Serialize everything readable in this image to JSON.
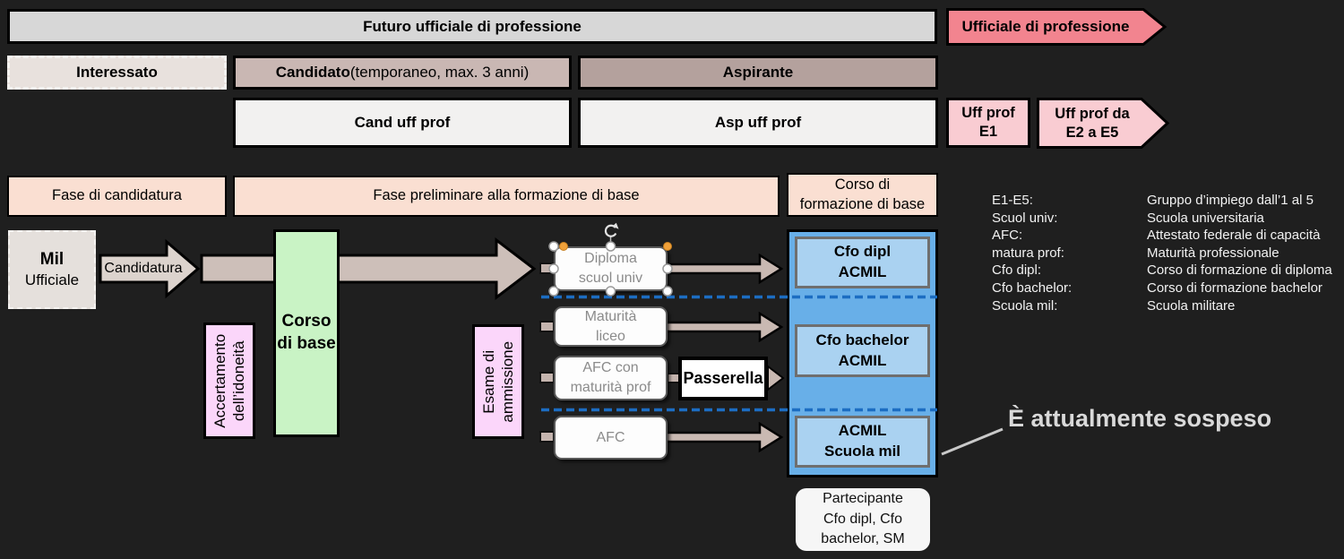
{
  "titles": {
    "future_official": "Futuro ufficiale di professione",
    "official_of_profession": "Ufficiale di professione",
    "interested": "Interessato",
    "candidate": "Candidato",
    "candidate_note": " (temporaneo, max. 3 anni)",
    "aspirant": "Aspirante",
    "cand_uff_prof": "Cand uff prof",
    "asp_uff_prof": "Asp uff prof",
    "uff_prof_e1": "Uff prof\nE1",
    "uff_prof_e2_e5": "Uff prof da\nE2 a E5"
  },
  "phases": {
    "candidacy": "Fase di candidatura",
    "preliminary": "Fase preliminare alla formazione di base",
    "basic_training": "Corso di\nformazione di base"
  },
  "flow": {
    "mil": "Mil",
    "mil_sub": "Ufficiale",
    "candidatura": "Candidatura",
    "corso_di_base": "Corso\ndi base",
    "accertamento": "Accertamento\ndell’idoneità",
    "esame": "Esame di\nammissione",
    "passerella": "Passerella"
  },
  "sources": [
    {
      "label": "Diploma\nscuol univ",
      "selected": true
    },
    {
      "label": "Maturità\nliceo",
      "selected": false
    },
    {
      "label": "AFC con\nmaturità prof",
      "selected": false
    },
    {
      "label": "AFC",
      "selected": false
    }
  ],
  "courses": [
    {
      "label": "Cfo dipl\nACMIL"
    },
    {
      "label": "Cfo bachelor\nACMIL"
    },
    {
      "label": "ACMIL\nScuola mil"
    }
  ],
  "participant_note": "Partecipante\nCfo dipl, Cfo\nbachelor, SM",
  "legend": [
    {
      "term": "E1-E5:",
      "definition": "Gruppo d’impiego dall’1 al 5"
    },
    {
      "term": "Scuol univ:",
      "definition": "Scuola universitaria"
    },
    {
      "term": "AFC:",
      "definition": "Attestato federale di capacità"
    },
    {
      "term": "matura prof:",
      "definition": "Maturità professionale"
    },
    {
      "term": "Cfo dipl:",
      "definition": "Corso di formazione di diploma"
    },
    {
      "term": "Cfo bachelor:",
      "definition": "Corso di formazione bachelor"
    },
    {
      "term": "Scuola mil:",
      "definition": "Scuola militare"
    }
  ],
  "annotation": {
    "suspended": "È attualmente sospeso"
  },
  "colors": {
    "background": "#1f1f1f",
    "salmon_arrow": "#f2848f",
    "light_pink": "#f9ccd2",
    "peach": "#fadfd2",
    "mauve_candidate": "#c9b7b3",
    "mauve_aspirant": "#b4a19d",
    "green_course": "#c9f3c5",
    "pink_vertical": "#fbd6fa",
    "blue_container": "#68afe8",
    "blue_course": "#aad2f1",
    "dash_blue": "#1c6dc2",
    "arrow_tan": "#cdbfb9",
    "handle_orange": "#f0a13a"
  }
}
